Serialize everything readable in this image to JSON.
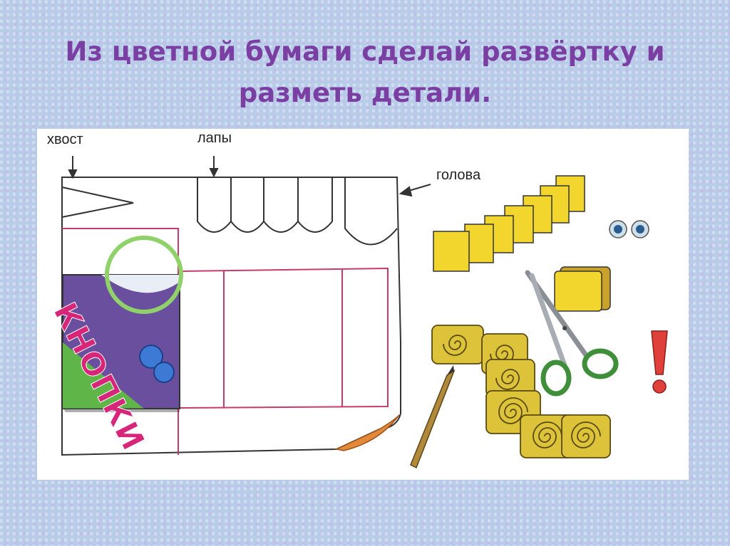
{
  "title": {
    "line1": "Из цветной бумаги сделай развёртку и",
    "line2": "разметь детали."
  },
  "labels": {
    "tail": "хвост",
    "paws": "лапы",
    "head": "голова"
  },
  "box_brand": "КНОПКИ",
  "colors": {
    "title": "#7b3fa3",
    "outline": "#c83a6e",
    "yellow": "#f2d62e",
    "box_purple": "#6a4f9e",
    "box_green": "#5fb548",
    "scissors_green": "#3f8f3a"
  },
  "icons": [
    "arrow-icon",
    "scissors-icon",
    "pencil-icon",
    "eyes-icon",
    "exclamation-icon"
  ]
}
